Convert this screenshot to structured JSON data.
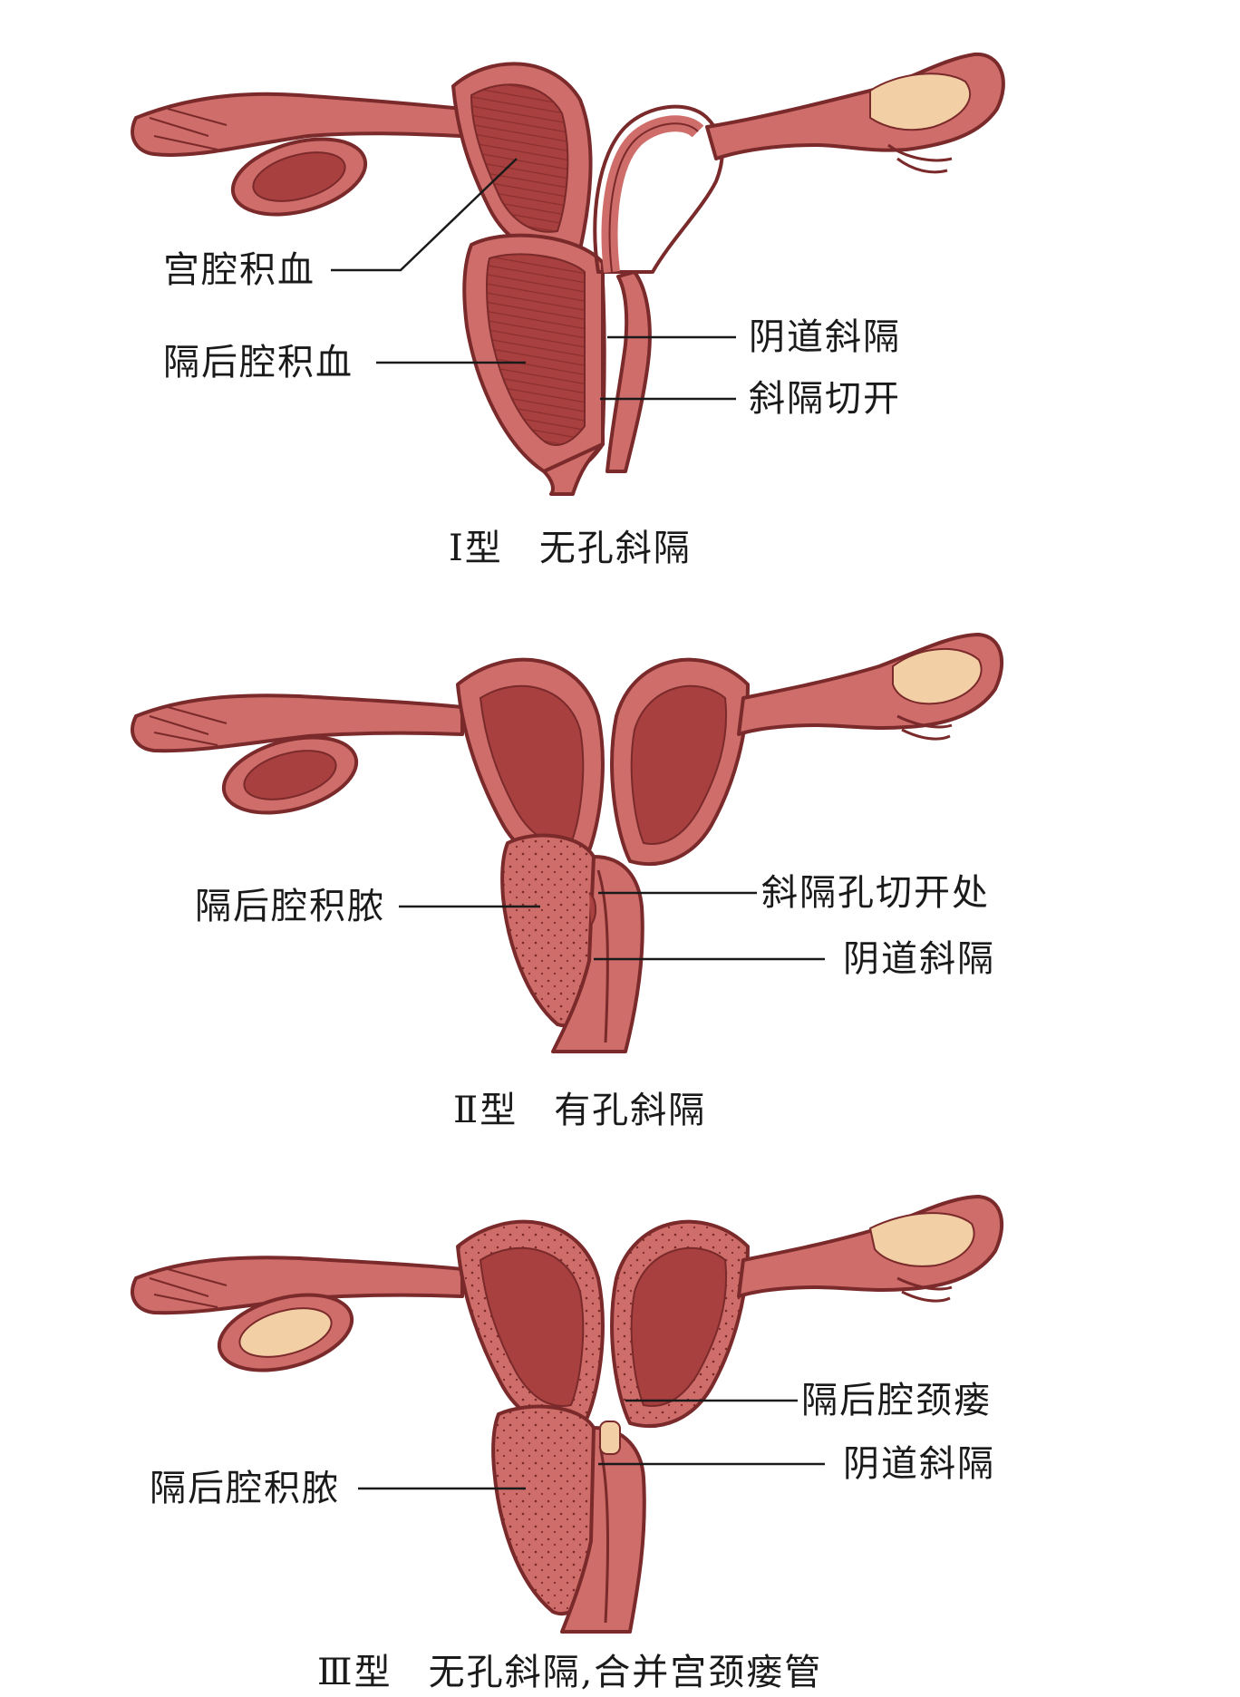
{
  "panels": [
    {
      "caption_type": "Ⅰ型",
      "caption_desc": "无孔斜隔",
      "labels": [
        "宫腔积血",
        "隔后腔积血",
        "阴道斜隔",
        "斜隔切开"
      ]
    },
    {
      "caption_type": "Ⅱ型",
      "caption_desc": "有孔斜隔",
      "labels": [
        "隔后腔积脓",
        "斜隔孔切开处",
        "阴道斜隔"
      ]
    },
    {
      "caption_type": "Ⅲ型",
      "caption_desc": "无孔斜隔,合并宫颈瘘管",
      "labels": [
        "隔后腔颈瘘",
        "隔后腔积脓",
        "阴道斜隔"
      ]
    }
  ],
  "colors": {
    "tissue": "#cf6d6a",
    "tissue_outline": "#7a2a2a",
    "cavity": "#a8403f",
    "cavity_light": "#e08e88",
    "ovary_fill": "#f3cfa6",
    "leader_line": "#1a1a1a"
  }
}
